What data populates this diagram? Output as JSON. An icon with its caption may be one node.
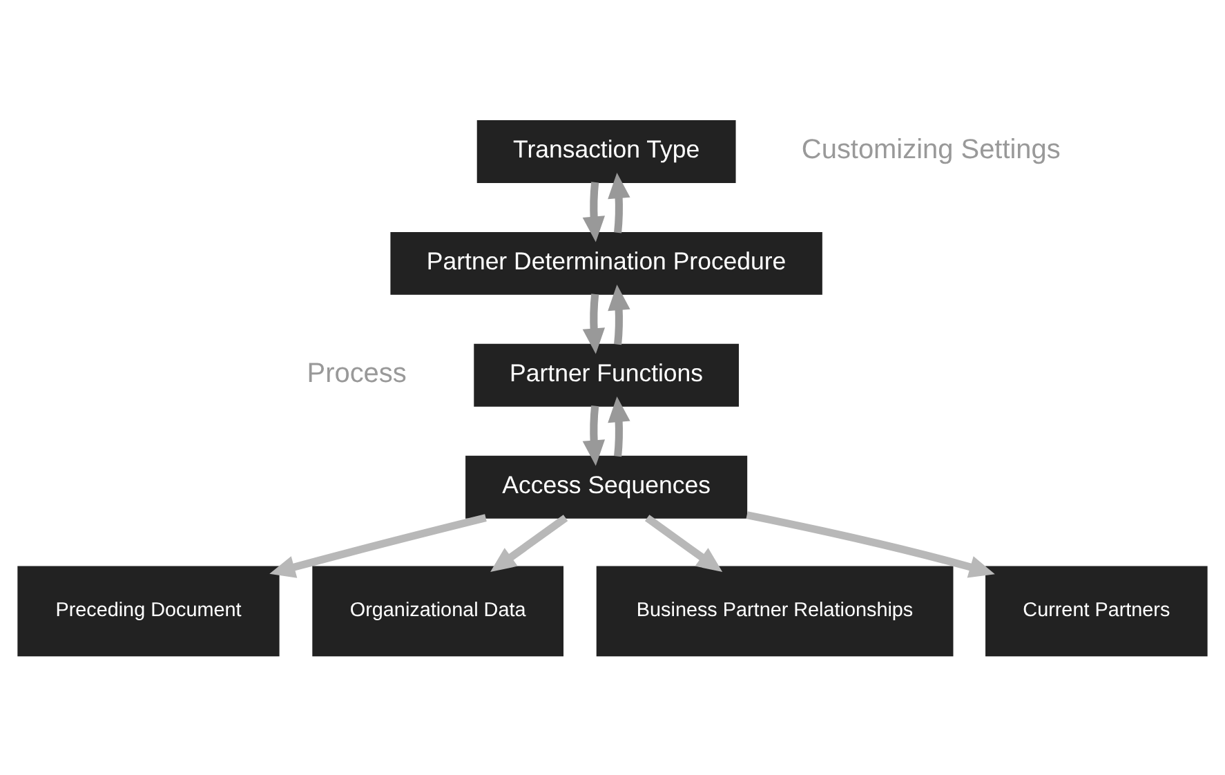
{
  "diagram": {
    "nodes": [
      {
        "text": [
          "Transaction Type"
        ]
      },
      {
        "text": [
          "Partner Determination Procedure"
        ]
      },
      {
        "text": [
          "Partner Functions"
        ]
      },
      {
        "text": [
          "Access Sequences"
        ]
      },
      {
        "text": [
          "Preceding Document"
        ]
      },
      {
        "text": [
          "Organizational Data"
        ]
      },
      {
        "text": [
          "Business Partner Relationships"
        ]
      },
      {
        "text": [
          "Current Partners"
        ]
      }
    ],
    "edges": [
      {
        "from": 0,
        "to": 1,
        "arrow": "to"
      },
      {
        "from": 1,
        "to": 0,
        "arrow": "to"
      },
      {
        "from": 1,
        "to": 2,
        "arrow": "to"
      },
      {
        "from": 2,
        "to": 1,
        "arrow": "to"
      },
      {
        "from": 2,
        "to": 3,
        "arrow": "to"
      },
      {
        "from": 3,
        "to": 2,
        "arrow": "to"
      },
      {
        "from": 3,
        "to": 4,
        "arrow": "to",
        "color": "#b8b8b8"
      },
      {
        "from": 3,
        "to": 5,
        "arrow": "to",
        "color": "#b8b8b8"
      },
      {
        "from": 3,
        "to": 6,
        "arrow": "to",
        "color": "#b8b8b8"
      },
      {
        "from": 3,
        "to": 7,
        "arrow": "to",
        "color": "#b8b8b8"
      }
    ],
    "labels": [
      "Customizing Settings",
      "Process"
    ]
  }
}
